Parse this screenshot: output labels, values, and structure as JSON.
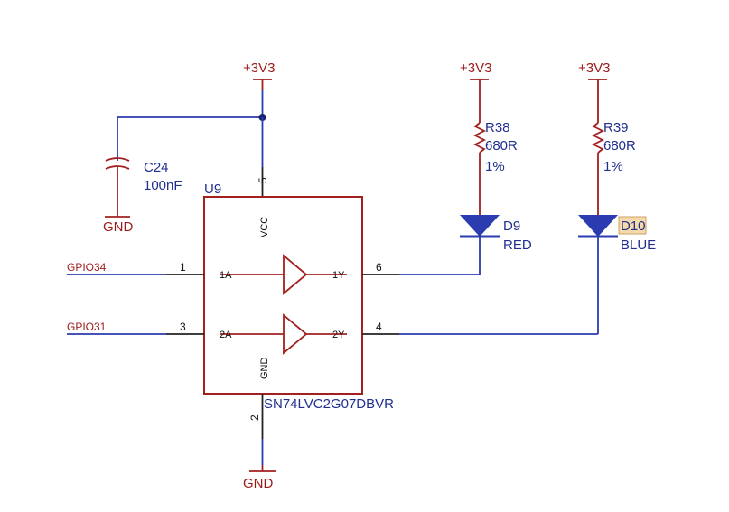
{
  "power": {
    "net_top_u9": "+3V3",
    "net_top_r38": "+3V3",
    "net_top_r39": "+3V3",
    "gnd_c24": "GND",
    "gnd_u9": "GND"
  },
  "capacitor": {
    "ref": "C24",
    "value": "100nF"
  },
  "ic": {
    "ref": "U9",
    "part": "SN74LVC2G07DBVR",
    "pin_vcc_name": "VCC",
    "pin_gnd_name": "GND",
    "pin_1a": "1A",
    "pin_2a": "2A",
    "pin_1y": "1Y",
    "pin_2y": "2Y",
    "pin_num_1": "1",
    "pin_num_2": "2",
    "pin_num_3": "3",
    "pin_num_4": "4",
    "pin_num_5": "5",
    "pin_num_6": "6"
  },
  "nets": {
    "input_1": "GPIO34",
    "input_2": "GPIO31"
  },
  "resistor_1": {
    "ref": "R38",
    "value": "680R",
    "tolerance": "1%"
  },
  "resistor_2": {
    "ref": "R39",
    "value": "680R",
    "tolerance": "1%"
  },
  "led_1": {
    "ref": "D9",
    "color": "RED"
  },
  "led_2": {
    "ref": "D10",
    "color": "BLUE"
  },
  "colors": {
    "wire": "#2b3bb0",
    "component": "#a32020",
    "label_blue": "#1f2e8f",
    "label_red": "#9b1b1b",
    "highlight": "#f6d9a8"
  }
}
